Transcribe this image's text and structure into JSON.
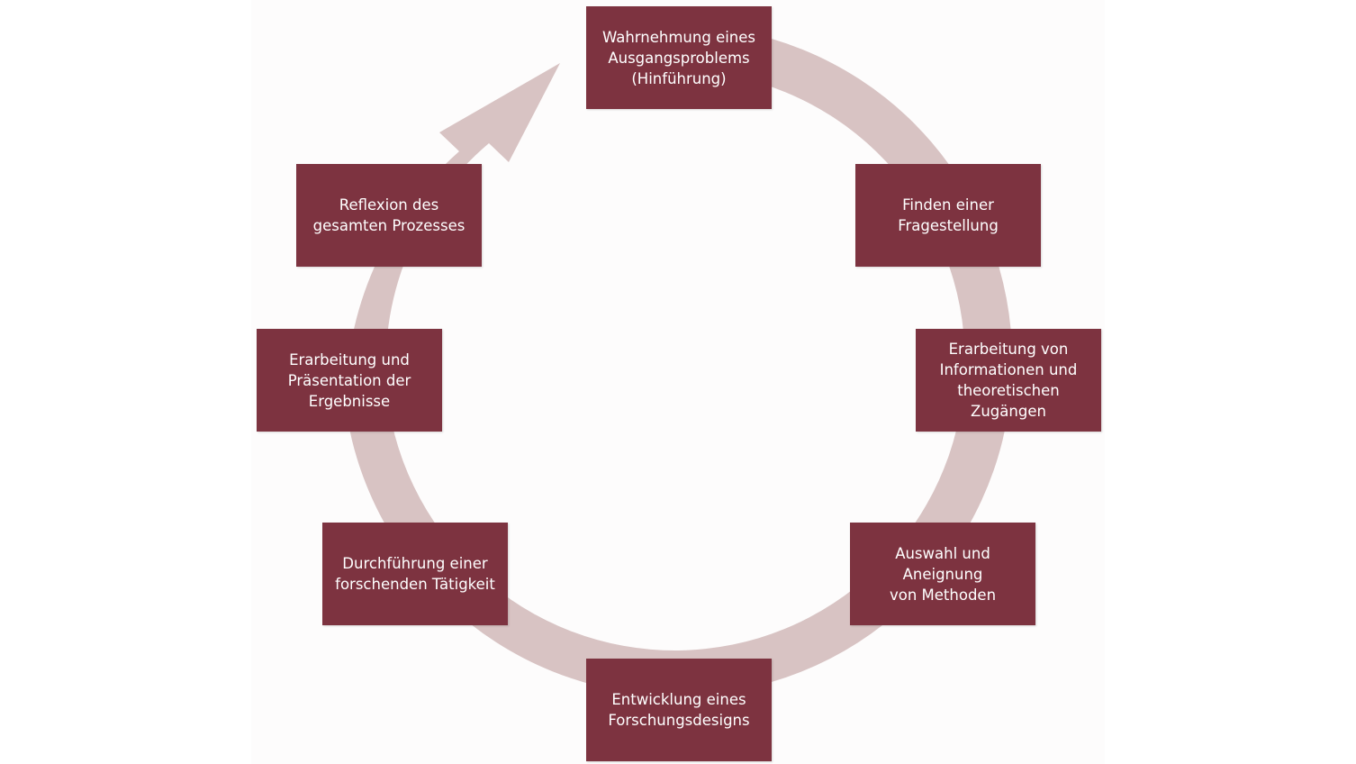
{
  "colors": {
    "box_fill": "#7d3340",
    "box_text": "#ffffff",
    "arrow_fill": "#d8c3c3",
    "background": "#ffffff"
  },
  "cycle": {
    "direction": "clockwise",
    "steps": [
      {
        "id": "step-1",
        "label": "Wahrnehmung eines\nAusgangsproblems\n(Hinführung)"
      },
      {
        "id": "step-2",
        "label": "Finden einer\nFragestellung"
      },
      {
        "id": "step-3",
        "label": "Erarbeitung von\nInformationen und\ntheoretischen Zugängen"
      },
      {
        "id": "step-4",
        "label": "Auswahl und Aneignung\nvon Methoden"
      },
      {
        "id": "step-5",
        "label": "Entwicklung eines\nForschungsdesigns"
      },
      {
        "id": "step-6",
        "label": "Durchführung einer\nforschenden Tätigkeit"
      },
      {
        "id": "step-7",
        "label": "Erarbeitung und\nPräsentation der\nErgebnisse"
      },
      {
        "id": "step-8",
        "label": "Reflexion des\ngesamten Prozesses"
      }
    ]
  }
}
